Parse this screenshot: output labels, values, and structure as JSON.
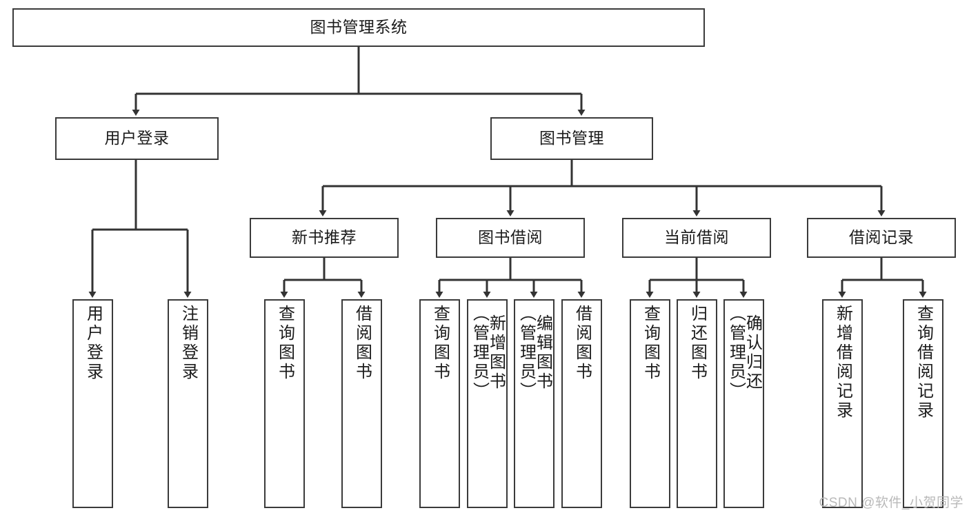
{
  "diagram": {
    "title": "图书管理系统",
    "watermark": "CSDN @软件_小贺同学",
    "colors": {
      "background": "#ffffff",
      "box_fill": "#ffffff",
      "box_stroke": "#3a3a3a",
      "edge_stroke": "#333333",
      "text": "#1b1b1b",
      "watermark": "#b9b9b9"
    },
    "levels": {
      "root": "图书管理系统",
      "level2": [
        "用户登录",
        "图书管理"
      ],
      "level3": [
        "新书推荐",
        "图书借阅",
        "当前借阅",
        "借阅记录"
      ],
      "level4": [
        "用户登录",
        "注销登录",
        "查询图书",
        "借阅图书",
        "查询图书",
        "新增图书（管理员）",
        "编辑图书（管理员）",
        "借阅图书",
        "查询图书",
        "归还图书",
        "确认归还（管理员）",
        "新增借阅记录",
        "查询借阅记录"
      ]
    },
    "nodes": {
      "root": {
        "label": "图书管理系统"
      },
      "user_login": {
        "label": "用户登录"
      },
      "book_manage": {
        "label": "图书管理"
      },
      "new_book_rec": {
        "label": "新书推荐"
      },
      "book_borrow": {
        "label": "图书借阅"
      },
      "current_borrow": {
        "label": "当前借阅"
      },
      "borrow_record": {
        "label": "借阅记录"
      },
      "leaf_user_login": {
        "label": "用户登录"
      },
      "leaf_logout": {
        "label": "注销登录"
      },
      "leaf_query_book_1": {
        "label": "查询图书"
      },
      "leaf_borrow_book_1": {
        "label": "借阅图书"
      },
      "leaf_query_book_2": {
        "label": "查询图书"
      },
      "leaf_add_book_admin": {
        "label": "新增图书\n（管理员）"
      },
      "leaf_edit_book_admin": {
        "label": "编辑图书\n（管理员）"
      },
      "leaf_borrow_book_2": {
        "label": "借阅图书"
      },
      "leaf_query_book_3": {
        "label": "查询图书"
      },
      "leaf_return_book": {
        "label": "归还图书"
      },
      "leaf_confirm_return_admin": {
        "label": "确认归还\n（管理员）"
      },
      "leaf_add_record": {
        "label": "新增借阅记录"
      },
      "leaf_query_record": {
        "label": "查询借阅记录"
      }
    }
  }
}
